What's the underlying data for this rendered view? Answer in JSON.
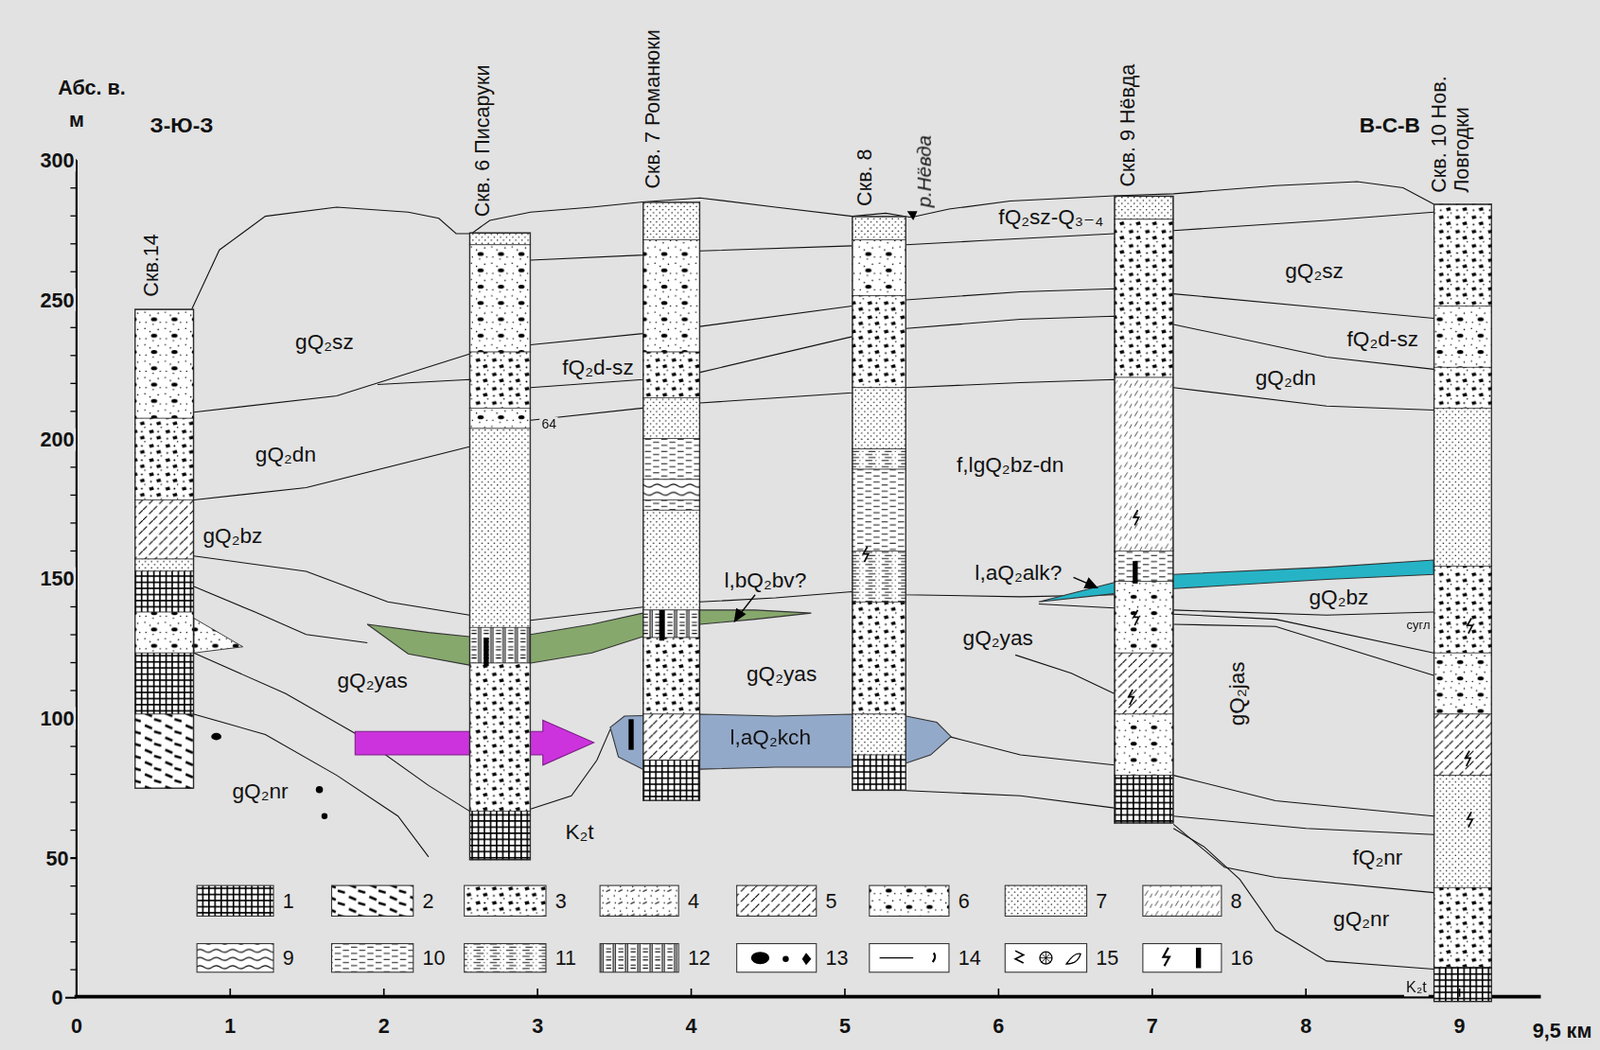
{
  "diagram": {
    "nodes": [
      {
        "text": [
          "Скв.14"
        ]
      },
      {
        "text": [
          "Скв. 6 Писаруки"
        ]
      },
      {
        "text": [
          "Скв. 7 Романюки"
        ]
      },
      {
        "text": [
          "Скв. 8"
        ]
      },
      {
        "text": [
          "Скв. 9 Нёвда"
        ]
      },
      {
        "text": [
          "Скв. 10 Нов. Ловгодки"
        ]
      }
    ],
    "labels": [
      "Абс. в.",
      "м",
      "З-Ю-З",
      "В-С-В",
      "300",
      "250",
      "200",
      "150",
      "100",
      "50",
      "0",
      "0",
      "1",
      "2",
      "3",
      "4",
      "5",
      "6",
      "7",
      "8",
      "9",
      "9,5 км",
      "gQ₂sz",
      "fQ₂d-sz",
      "gQ₂dn",
      "64",
      "gQ₂bz",
      "gQ₂yas",
      "gQ₂nr",
      "K₂t",
      "l,bQ₂bv?",
      "l,aQ₂kch",
      "gQ₂yas",
      "f,lgQ₂bz-dn",
      "р.Нёвда",
      "fQ₂sz-Q₃₋₄",
      "gQ₂sz",
      "fQ₂d-sz",
      "gQ₂dn",
      "l,aQ₂alk?",
      "gQ₂yas",
      "gQ₂bz",
      "сугл",
      "gQ₂jas",
      "fQ₂nr",
      "gQ₂nr",
      "K₂t"
    ],
    "legend": [
      {
        "text": "1"
      },
      {
        "text": "2"
      },
      {
        "text": "3"
      },
      {
        "text": "4"
      },
      {
        "text": "5"
      },
      {
        "text": "6"
      },
      {
        "text": "7"
      },
      {
        "text": "8"
      },
      {
        "text": "9"
      },
      {
        "text": "10"
      },
      {
        "text": "11"
      },
      {
        "text": "12"
      },
      {
        "text": "13"
      },
      {
        "text": "14"
      },
      {
        "text": "15"
      },
      {
        "text": "16"
      }
    ]
  }
}
